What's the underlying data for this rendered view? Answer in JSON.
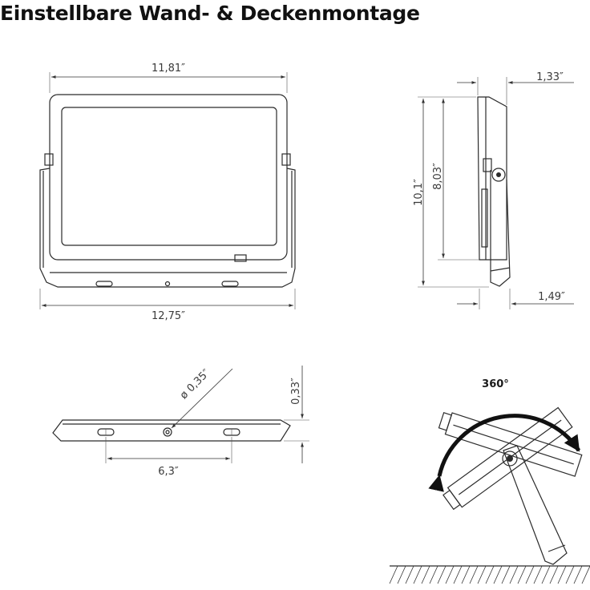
{
  "title": "Einstellbare Wand- & Deckenmontage",
  "dimensions": {
    "front_top_width": "11,81″",
    "front_bottom_width": "12,75″",
    "side_depth_top": "1,33″",
    "side_depth_bottom": "1,49″",
    "side_total_height": "10,1″",
    "side_body_height": "8,03″",
    "bracket_hole_diameter": "ø 0,35″",
    "bracket_thickness": "0,33″",
    "bracket_hole_spacing": "6,3″"
  },
  "rotation_label": "360°"
}
